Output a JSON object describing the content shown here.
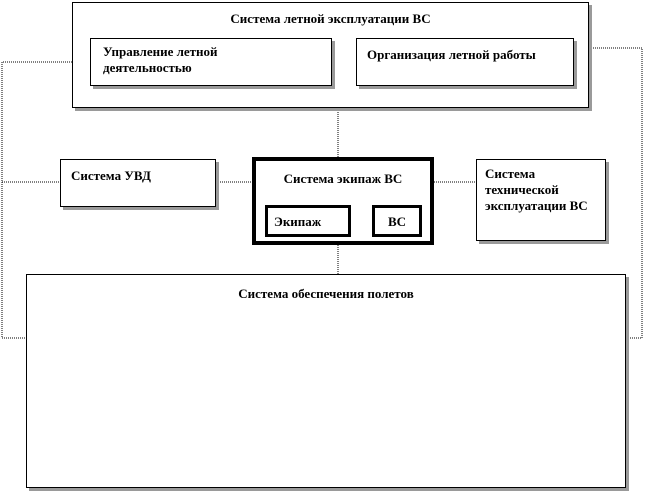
{
  "diagram": {
    "flight_ops_system": "Система летной эксплуатации ВС",
    "flight_management": "Управление летной деятельностью",
    "flight_work_org": "Организация летной работы",
    "atc_system": "Система УВД",
    "crew_aircraft_system": "Система экипаж ВС",
    "crew": "Экипаж",
    "aircraft": "ВС",
    "tech_ops_system": "Система технической эксплуатации ВС",
    "flight_support_system": "Система обеспечения полетов"
  }
}
